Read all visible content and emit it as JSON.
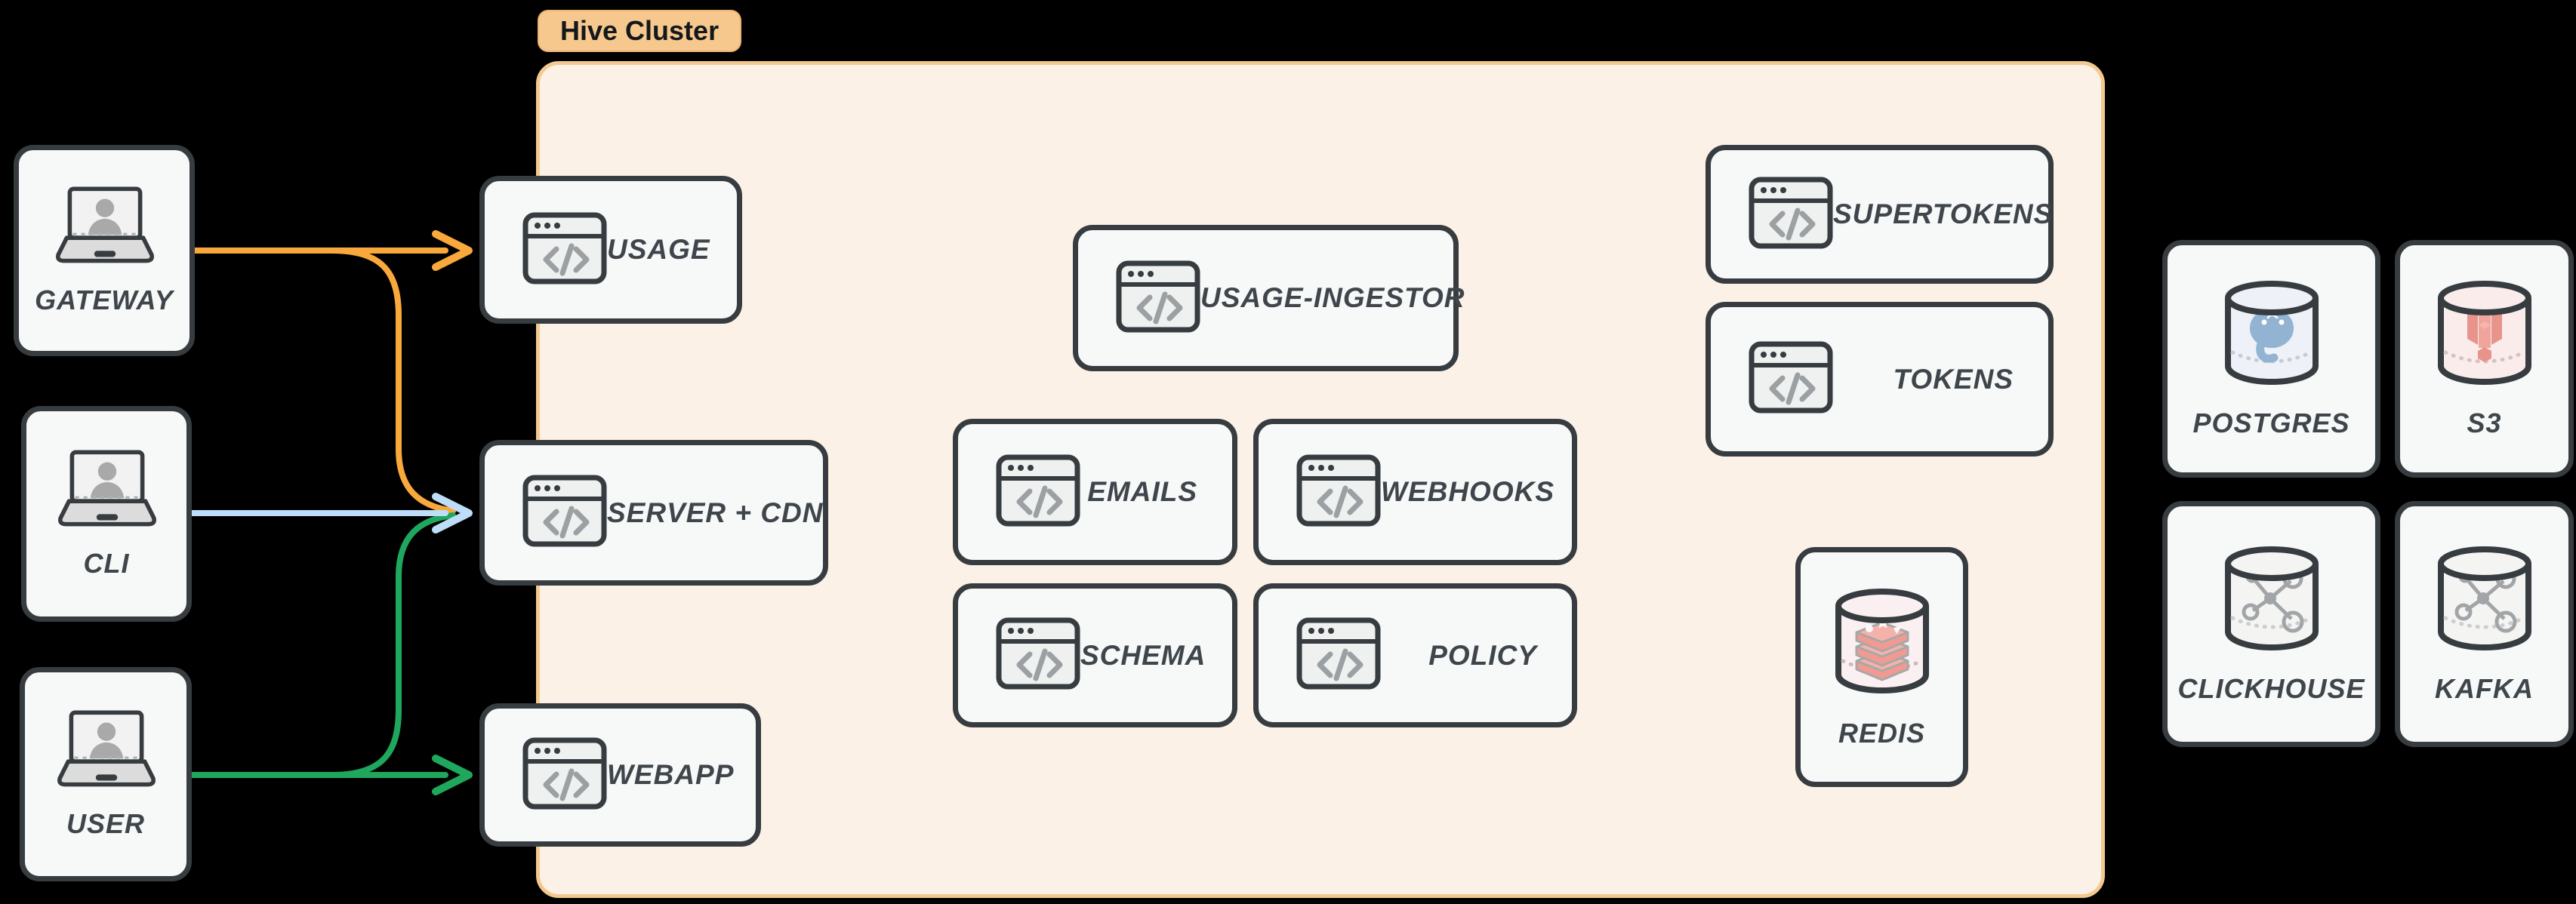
{
  "cluster": {
    "label": "Hive Cluster",
    "fill": "#FCF1E7",
    "border": "#F3C98F",
    "badge_fill": "#F6C88D"
  },
  "clients": {
    "gateway": {
      "label": "GATEWAY",
      "icon": "laptop-user-icon"
    },
    "cli": {
      "label": "CLI",
      "icon": "laptop-user-icon"
    },
    "user": {
      "label": "USER",
      "icon": "laptop-user-icon"
    }
  },
  "services": {
    "usage": {
      "label": "USAGE",
      "icon": "code-window-icon"
    },
    "server_cdn": {
      "label": "SERVER + CDN",
      "icon": "code-window-icon"
    },
    "webapp": {
      "label": "WEBAPP",
      "icon": "code-window-icon"
    },
    "usage_ingestor": {
      "label": "USAGE-INGESTOR",
      "icon": "code-window-icon"
    },
    "emails": {
      "label": "EMAILS",
      "icon": "code-window-icon"
    },
    "webhooks": {
      "label": "WEBHOOKS",
      "icon": "code-window-icon"
    },
    "schema": {
      "label": "SCHEMA",
      "icon": "code-window-icon"
    },
    "policy": {
      "label": "POLICY",
      "icon": "code-window-icon"
    },
    "supertokens": {
      "label": "SUPERTOKENS",
      "icon": "code-window-icon"
    },
    "tokens": {
      "label": "TOKENS",
      "icon": "code-window-icon"
    },
    "redis": {
      "label": "REDIS",
      "icon": "redis-database-icon"
    }
  },
  "datastores": {
    "postgres": {
      "label": "POSTGRES",
      "icon": "postgres-database-icon"
    },
    "s3": {
      "label": "S3",
      "icon": "s3-database-icon"
    },
    "clickhouse": {
      "label": "CLICKHOUSE",
      "icon": "clickhouse-database-icon"
    },
    "kafka": {
      "label": "KAFKA",
      "icon": "kafka-database-icon"
    }
  },
  "colors": {
    "orange": "#F9A83C",
    "blue": "#BEDDF8",
    "green": "#1FA75D"
  },
  "edges": [
    {
      "from": "GATEWAY",
      "to": "USAGE",
      "color": "#F9A83C"
    },
    {
      "from": "GATEWAY",
      "to": "SERVER + CDN",
      "color": "#F9A83C"
    },
    {
      "from": "CLI",
      "to": "SERVER + CDN",
      "color": "#BEDDF8"
    },
    {
      "from": "USER",
      "to": "SERVER + CDN",
      "color": "#1FA75D"
    },
    {
      "from": "USER",
      "to": "WEBAPP",
      "color": "#1FA75D"
    }
  ]
}
